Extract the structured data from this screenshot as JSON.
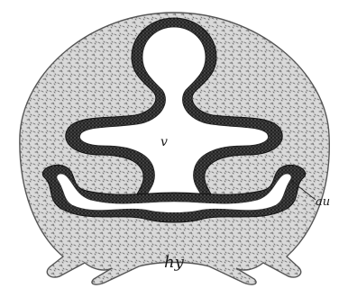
{
  "figure": {
    "labels": {
      "v": "v",
      "hy": "hy",
      "au": "au"
    },
    "colors": {
      "background": "#ffffff",
      "mesenchyme_fill": "#d7d7d7",
      "mesenchyme_speckle": "#7a7a7a",
      "epithelium": "#2e2e2e",
      "epithelium_dark": "#111111",
      "lumen": "#ffffff"
    }
  }
}
